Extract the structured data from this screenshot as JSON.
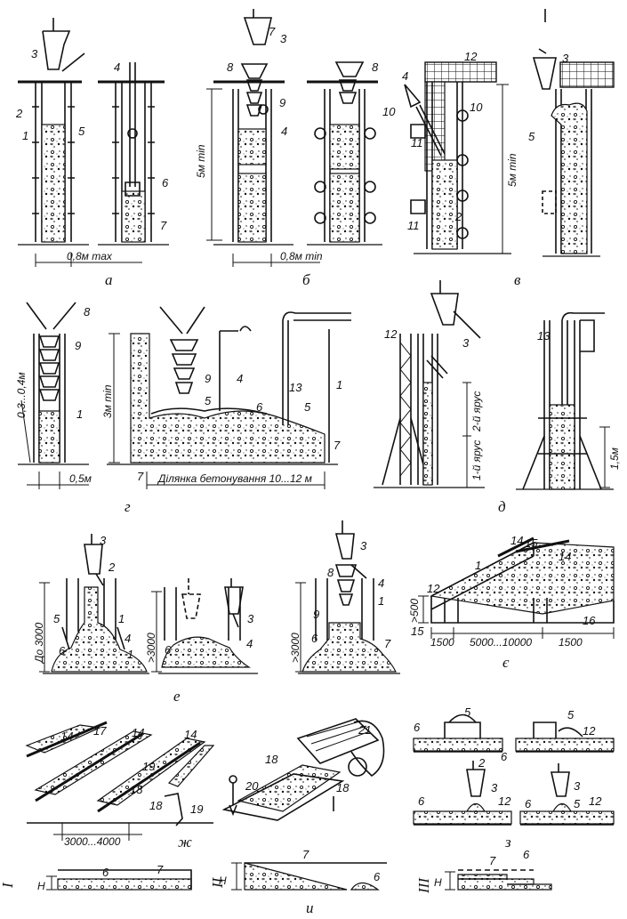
{
  "figure": {
    "captions": {
      "a": "а",
      "b": "б",
      "v": "в",
      "g": "г",
      "d": "д",
      "e": "е",
      "ye": "є",
      "zh": "ж",
      "z": "з",
      "y": "и"
    },
    "dimensions": {
      "a_width": "0,8м max",
      "b_width": "0,8м min",
      "b_height": "5м min",
      "v_height": "5м min",
      "g_drop": "0,3...0,4м",
      "g_width": "0,5м",
      "g_height": "3м min",
      "g_section": "Ділянка бетонування 10...12 м",
      "d_tier2": "2-й ярус",
      "d_tier1": "1-й ярус",
      "d_height": "1,5м",
      "e_h1": "До 3000",
      "e_h2": ">3000",
      "e_h3": ">3000",
      "ye_h": ">500",
      "ye_w1": "1500",
      "ye_w2": "5000...10000",
      "ye_w3": "1500",
      "zh_w": "3000...4000",
      "y_H1": "H",
      "y_H2": "H",
      "y_H3": "H",
      "y_I": "I",
      "y_II": "II",
      "y_III": "III"
    },
    "labels": {
      "n1": "1",
      "n2": "2",
      "n3": "3",
      "n4": "4",
      "n5": "5",
      "n6": "6",
      "n7": "7",
      "n8": "8",
      "n9": "9",
      "n10": "10",
      "n11": "11",
      "n12": "12",
      "n13": "13",
      "n14": "14",
      "n15": "15",
      "n16": "16",
      "n17": "17",
      "n18": "18",
      "n19": "19",
      "n20": "20",
      "n21": "21"
    }
  }
}
